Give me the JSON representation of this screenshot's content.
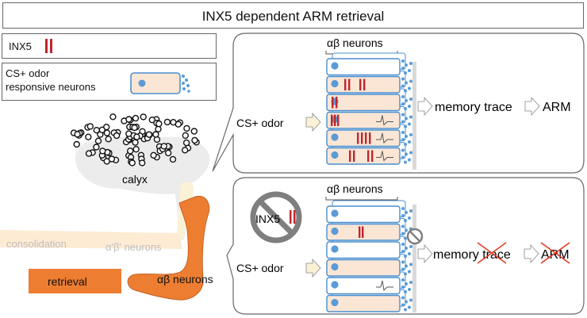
{
  "title": "INX5 dependent ARM  retrieval",
  "legend": {
    "inx5_label": "INX5",
    "neuron_label_line1": "CS+ odor",
    "neuron_label_line2": "responsive neurons"
  },
  "brain": {
    "calyx_label": "calyx",
    "consolidation_label": "consolidation",
    "ab_prime_label": "α'β' neurons",
    "retrieval_label": "retrieval",
    "ab_label": "αβ neurons"
  },
  "top_panel": {
    "header": "αβ neurons",
    "odor_label": "CS+ odor",
    "memory_trace_label": "memory trace",
    "arm_label": "ARM"
  },
  "bottom_panel": {
    "header": "αβ neurons",
    "inx5_label": "INX5",
    "odor_label": "CS+ odor",
    "memory_trace_label": "memory trace",
    "arm_label": "ARM"
  },
  "colors": {
    "border": "#666666",
    "neuron_stroke": "#4a8fcf",
    "neuron_dot": "#5b9bd5",
    "neuron_fill_active": "#fbe6d6",
    "inx5_red": "#c0262c",
    "cross_red": "#e23a24",
    "orange": "#ed7d31",
    "light_orange": "#fdebd4",
    "light_yellow": "#fbf1d6",
    "gray": "#7f7f7f"
  }
}
